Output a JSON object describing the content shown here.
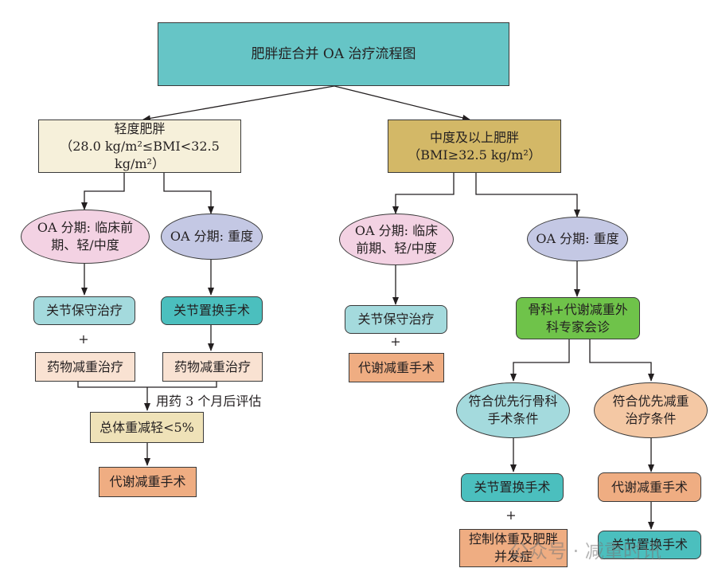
{
  "title": "肥胖症合并 OA 治疗流程图",
  "colors": {
    "title_fill": "#66c5c6",
    "mild_fill": "#f6f0da",
    "moderate_fill": "#d3b867",
    "ellipse_pink": "#f3d2e3",
    "ellipse_lavender": "#c4c8e4",
    "conservative_fill": "#a4dadd",
    "surgery_teal": "#4bbfbe",
    "drug_fill": "#f9e2d2",
    "assess_fill": "#efe2b8",
    "metabolic_fill": "#efad82",
    "consult_green": "#6fc34a",
    "ellipse_peach": "#f4c8a4"
  },
  "left_branch": {
    "category_title": "轻度肥胖",
    "category_range": "（28.0 kg/m²≤BMI<32.5 kg/m²）",
    "stage_mild": "OA 分期: 临床前期、轻/中度",
    "stage_severe": "OA 分期: 重度",
    "conservative": "关节保守治疗",
    "plus": "+",
    "drug_1": "药物减重治疗",
    "surgery": "关节置换手术",
    "drug_2": "药物减重治疗",
    "assess_note": "用药 3 个月后评估",
    "weight_loss": "总体重减轻<5%",
    "metabolic_surgery": "代谢减重手术"
  },
  "right_branch": {
    "category_title": "中度及以上肥胖",
    "category_range": "（BMI≥32.5 kg/m²）",
    "stage_mild": "OA 分期: 临床前期、轻/中度",
    "stage_severe": "OA 分期: 重度",
    "conservative": "关节保守治疗",
    "plus": "+",
    "metabolic_surgery": "代谢减重手术",
    "consult": "骨科+代谢减重外科专家会诊",
    "ortho_first": "符合优先行骨科手术条件",
    "weight_first": "符合优先减重治疗条件",
    "joint_surgery": "关节置换手术",
    "plus_2": "+",
    "control": "控制体重及肥胖并发症",
    "metabolic_surgery_2": "代谢减重手术",
    "joint_surgery_2": "关节置换手术"
  },
  "watermark": "公众号 · 减重时讯"
}
